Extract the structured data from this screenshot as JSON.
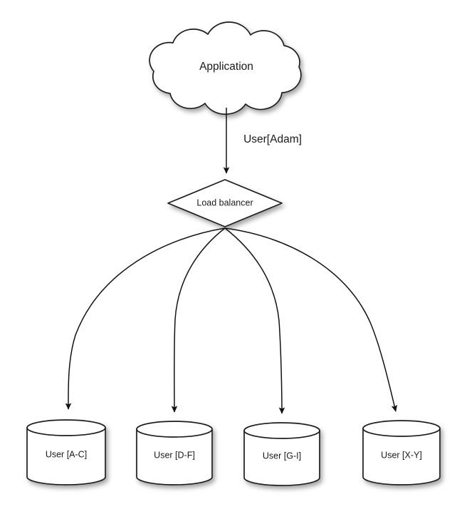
{
  "diagram": {
    "background_color": "#ffffff",
    "stroke_color": "#1a1a1a",
    "shadow_color": "#9a9a9a",
    "source": {
      "id": "application-cloud",
      "shape": "cloud",
      "label": "Application"
    },
    "router": {
      "id": "load-balancer",
      "shape": "diamond",
      "label": "Load balancer"
    },
    "source_to_router_edge": {
      "label": "User[Adam]",
      "arrow": "filled-triangle"
    },
    "shards": [
      {
        "id": "shard-a-c",
        "shape": "cylinder",
        "label": "User [A-C]"
      },
      {
        "id": "shard-d-f",
        "shape": "cylinder",
        "label": "User [D-F]"
      },
      {
        "id": "shard-g-i",
        "shape": "cylinder",
        "label": "User [G-I]"
      },
      {
        "id": "shard-x-y",
        "shape": "cylinder",
        "label": "User [X-Y]"
      }
    ]
  }
}
